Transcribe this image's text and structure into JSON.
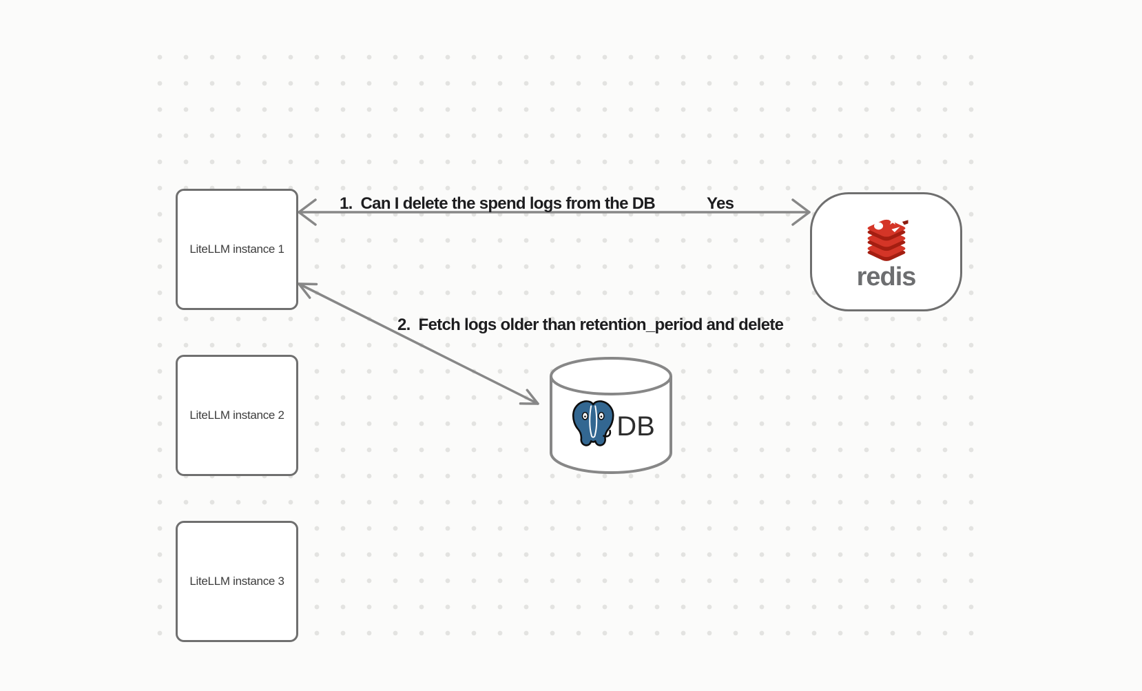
{
  "diagram": {
    "nodes": {
      "instances": [
        {
          "label": "LiteLLM instance 1"
        },
        {
          "label": "LiteLLM instance 2"
        },
        {
          "label": "LiteLLM instance 3"
        }
      ],
      "redis": {
        "wordmark": "redis",
        "icon": "redis-stacked-cubes"
      },
      "database": {
        "label": "DB",
        "icon": "postgresql-elephant",
        "shape": "cylinder"
      }
    },
    "edges": [
      {
        "label": "1.  Can I delete the spend logs from the DB",
        "response_label": "Yes",
        "from": "redis",
        "to": "LiteLLM instance 1",
        "style": "double-arrow"
      },
      {
        "label": "2.  Fetch logs older than retention_period and delete",
        "from": "LiteLLM instance 1",
        "to": "DB",
        "style": "double-arrow"
      }
    ],
    "colors": {
      "background": "#fbfbfa",
      "grid_dot": "#e3e3e1",
      "node_border": "#6f6f6f",
      "arrow": "#878787",
      "label_text": "#1d1d1f",
      "box_text": "#3c3c3c",
      "redis_red": "#d43527",
      "redis_red_dark": "#a41e11",
      "redis_notch": "#8c1c10",
      "redis_wordmark": "#6d6e70",
      "postgres_blue": "#336791",
      "db_text": "#2d2d2d"
    }
  }
}
